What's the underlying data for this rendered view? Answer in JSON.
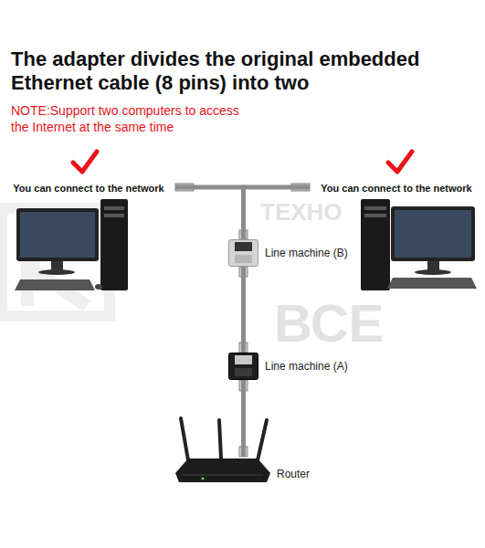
{
  "diagram": {
    "title": "The adapter divides the original embedded Ethernet cable (8 pins) into two",
    "nodes": [
      {
        "text": [
          "You can connect to the network"
        ]
      },
      {
        "text": [
          "You can connect to the network"
        ]
      },
      {
        "text": [
          "Line machine (B)"
        ]
      },
      {
        "text": [
          "Line machine (A)"
        ]
      },
      {
        "text": [
          "Router"
        ]
      }
    ],
    "edges": [
      {
        "from": 4,
        "to": 3,
        "arrow": "none"
      },
      {
        "from": 3,
        "to": 2,
        "arrow": "none"
      },
      {
        "from": 2,
        "to": 0,
        "arrow": "none"
      },
      {
        "from": 2,
        "to": 1,
        "arrow": "none"
      }
    ],
    "labels": [
      "NOTE:Support two computers to access the Internet at the same time",
      "ТЕХНО",
      "ВСЕ"
    ]
  }
}
